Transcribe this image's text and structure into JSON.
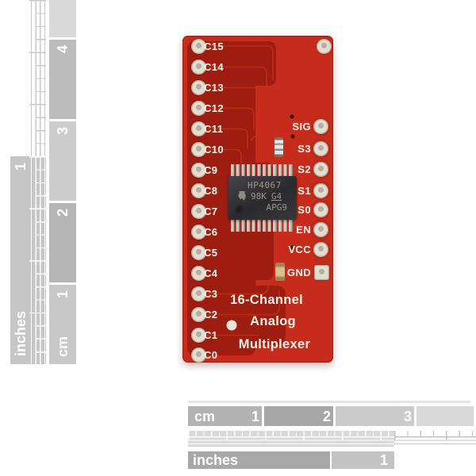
{
  "pcb": {
    "left_pins": [
      "C15",
      "C14",
      "C13",
      "C12",
      "C11",
      "C10",
      "C9",
      "C8",
      "C7",
      "C6",
      "C5",
      "C4",
      "C3",
      "C2",
      "C1",
      "C0"
    ],
    "right_pins": [
      "SIG",
      "S3",
      "S2",
      "S1",
      "S0",
      "EN",
      "VCC",
      "GND"
    ],
    "title_lines": [
      "16-Channel",
      "Analog",
      "Multiplexer"
    ],
    "chip": {
      "marking_line1": "HP4067",
      "marking_line2_left": "98K",
      "marking_line2_right": "G4",
      "marking_line3": "APG9"
    },
    "colors": {
      "board_red": "#c62b1c",
      "pour_dark": "#9e1c10",
      "trace": "#c23117",
      "silkscreen": "#f3eee4"
    }
  },
  "rulers": {
    "left_cm": {
      "unit": "cm",
      "numbers": [
        "4",
        "3",
        "2",
        "1"
      ]
    },
    "left_inch": {
      "unit": "inches",
      "numbers": [
        "1"
      ]
    },
    "bottom_cm": {
      "unit": "cm",
      "numbers": [
        "1",
        "2",
        "3"
      ]
    },
    "bottom_inch": {
      "unit": "inches",
      "numbers": [
        "1"
      ]
    }
  }
}
